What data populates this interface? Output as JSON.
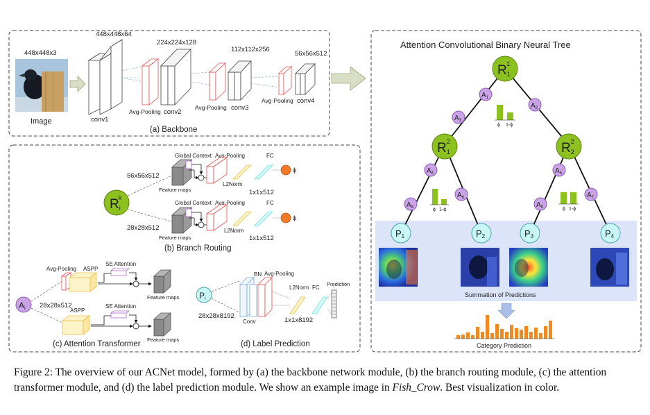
{
  "backbone": {
    "image_dim": "448x448x3",
    "image_label": "Image",
    "conv1_dim": "448x448x64",
    "conv1_label": "conv1",
    "conv2_dim": "224x224x128",
    "conv2_label": "conv2",
    "conv3_dim": "112x112x256",
    "conv3_label": "conv3",
    "conv4_dim": "56x56x512",
    "conv4_label": "conv4",
    "avgpool": "Avg-Pooling",
    "title": "(a) Backbone"
  },
  "routing": {
    "node_base": "R",
    "node_sub": "i",
    "node_sup": "k",
    "dim_top": "56x56x512",
    "dim_bottom": "28x28x512",
    "global_context": "Global Context",
    "avgpool": "Avg-Pooling",
    "fc": "FC",
    "l2norm": "L2Norm",
    "feature_maps": "Feature maps",
    "fc_dim": "1x1x512",
    "phi": "ϕ",
    "title": "(b) Branch Routing"
  },
  "attention": {
    "node_base": "A",
    "node_sub": "i",
    "avgpool": "Avg-Pooling",
    "aspp": "ASPP",
    "se_attention": "SE Attention",
    "feature_maps": "Feature maps",
    "dim": "28x28x512",
    "title": "(c) Attention Transformer"
  },
  "label_pred": {
    "node_base": "P",
    "node_sub": "i",
    "dim": "28x28x8192",
    "bn": "BN",
    "avgpool": "Avg-Pooling",
    "l2norm": "L2Norm",
    "fc": "FC",
    "prediction": "Prediction",
    "conv": "Conv",
    "fc_dim": "1x1x8192",
    "title": "(d) Label Prediction"
  },
  "tree": {
    "title": "Attention Convolutional Binary Neural Tree",
    "root": {
      "base": "R",
      "sub": "1",
      "sup": "1"
    },
    "r21": {
      "base": "R",
      "sub": "1",
      "sup": "2"
    },
    "r22": {
      "base": "R",
      "sub": "2",
      "sup": "2"
    },
    "edges": [
      {
        "base": "A",
        "sub": "1"
      },
      {
        "base": "A",
        "sub": "2"
      },
      {
        "base": "A",
        "sub": "3"
      },
      {
        "base": "A",
        "sub": "4"
      },
      {
        "base": "A",
        "sub": "5"
      },
      {
        "base": "A",
        "sub": "6"
      },
      {
        "base": "A",
        "sub": "7"
      },
      {
        "base": "A",
        "sub": "8"
      },
      {
        "base": "A",
        "sub": "9"
      }
    ],
    "leaves": [
      {
        "base": "P",
        "sub": "1"
      },
      {
        "base": "P",
        "sub": "2"
      },
      {
        "base": "P",
        "sub": "3"
      },
      {
        "base": "P",
        "sub": "4"
      }
    ],
    "phi": "ϕ",
    "one_minus_phi": "1-ϕ",
    "summation": "Summation of Predictions",
    "category": "Category Prediction"
  },
  "caption": {
    "part1": "Figure 2: The overview of our ACNet model, formed by (a) the backbone network module, (b) the branch routing module, (c) the attention transformer module, and (d) the label prediction module. We show an example image in ",
    "italic": "Fish_Crow",
    "part2": ". Best visualization in color."
  },
  "colors": {
    "green": "#8cc11f",
    "purple": "#c9a3e6",
    "cyan": "#c9f5f5",
    "leaf_panel": "#dbe4f8",
    "orange": "#f08a1e",
    "prism_red": "#e35050",
    "prism_yellow": "#e8c24a",
    "prism_cyan": "#6ee2e2",
    "arrow_green": "#d7dec3"
  }
}
